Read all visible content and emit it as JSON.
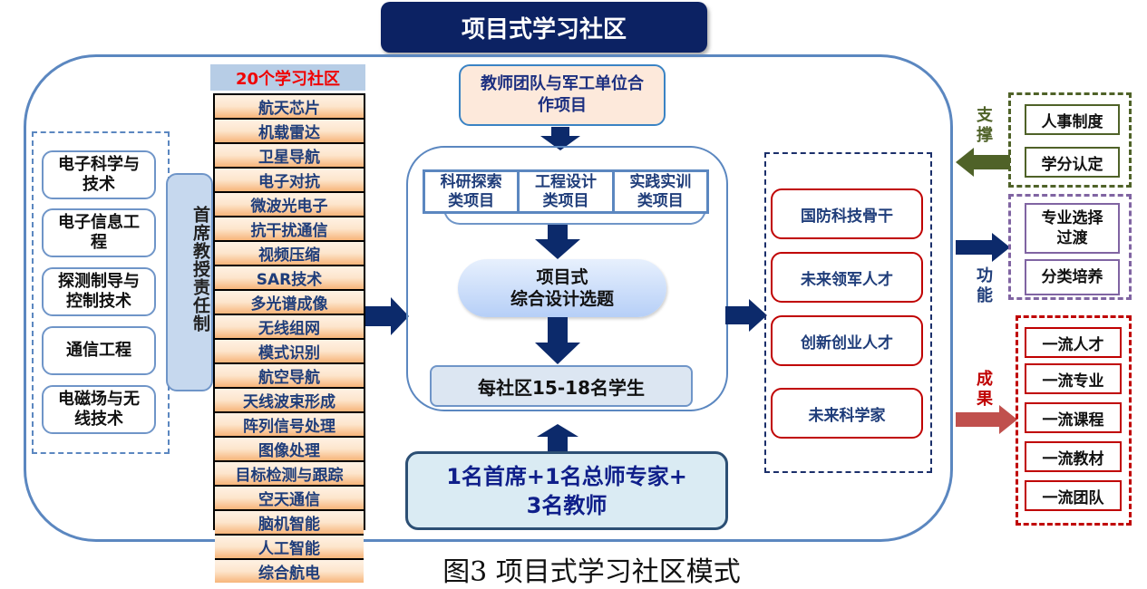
{
  "title": "项目式学习社区",
  "majors": [
    {
      "line1": "电子科学与",
      "line2": "技术"
    },
    {
      "line1": "电子信息工",
      "line2": "程"
    },
    {
      "line1": "探测制导与",
      "line2": "控制技术"
    },
    {
      "line1": "通信工程",
      "line2": ""
    },
    {
      "line1": "电磁场与无",
      "line2": "线技术"
    }
  ],
  "chief_system": "首席教授责任制",
  "communities": {
    "header": "20个学习社区",
    "items": [
      "航天芯片",
      "机载雷达",
      "卫星导航",
      "电子对抗",
      "微波光电子",
      "抗干扰通信",
      "视频压缩",
      "SAR技术",
      "多光谱成像",
      "无线组网",
      "模式识别",
      "航空导航",
      "天线波束形成",
      "阵列信号处理",
      "图像处理",
      "目标检测与跟踪",
      "空天通信",
      "脑机智能",
      "人工智能",
      "综合航电"
    ]
  },
  "center": {
    "cooperation": {
      "line1": "教师团队与军工单位合",
      "line2": "作项目"
    },
    "project_types": [
      {
        "line1": "科研探索",
        "line2": "类项目"
      },
      {
        "line1": "工程设计",
        "line2": "类项目"
      },
      {
        "line1": "实践实训",
        "line2": "类项目"
      }
    ],
    "design_topic": {
      "line1": "项目式",
      "line2": "综合设计选题"
    },
    "students": "每社区15-18名学生",
    "faculty": {
      "line1": "1名首席+1名总师专家+",
      "line2": "3名教师"
    }
  },
  "talents": [
    "国防科技骨干",
    "未来领军人才",
    "创新创业人才",
    "未来科学家"
  ],
  "support": {
    "label": "支撑",
    "items": [
      "人事制度",
      "学分认定"
    ]
  },
  "function": {
    "label": "功能",
    "items": [
      "专业选择过渡",
      "分类培养"
    ]
  },
  "results": {
    "label": "成果",
    "items": [
      "一流人才",
      "一流专业",
      "一流课程",
      "一流教材",
      "一流团队"
    ]
  },
  "caption": "图3  项目式学习社区模式",
  "colors": {
    "navy": "#0c2263",
    "frame_blue": "#5b87c0",
    "community_header_text": "#f00000",
    "support_green": "#4f6228",
    "function_purple": "#8064a2",
    "result_red": "#c00000",
    "result_arrow": "#c0504d",
    "function_label": "#1f3d7a"
  }
}
